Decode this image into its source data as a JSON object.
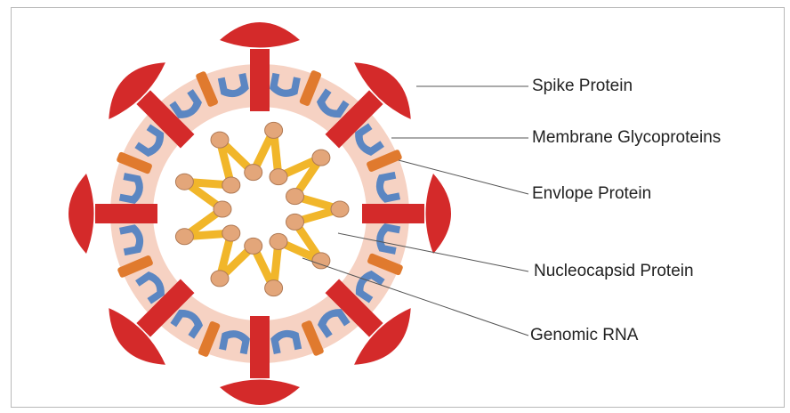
{
  "labels": {
    "spike": "Spike Protein",
    "membrane": "Membrane Glycoproteins",
    "envelope": "Envlope Protein",
    "nucleocapsid": "Nucleocapsid Protein",
    "rna": "Genomic RNA"
  },
  "colors": {
    "spike": "#d42a2a",
    "membrane_glycoprotein": "#5b86c2",
    "envelope": "#e07a2e",
    "membrane_fill": "#f6d2c3",
    "nucleocapsid": "#e3a67a",
    "rna": "#f1b62a",
    "leader_line": "#555555"
  }
}
